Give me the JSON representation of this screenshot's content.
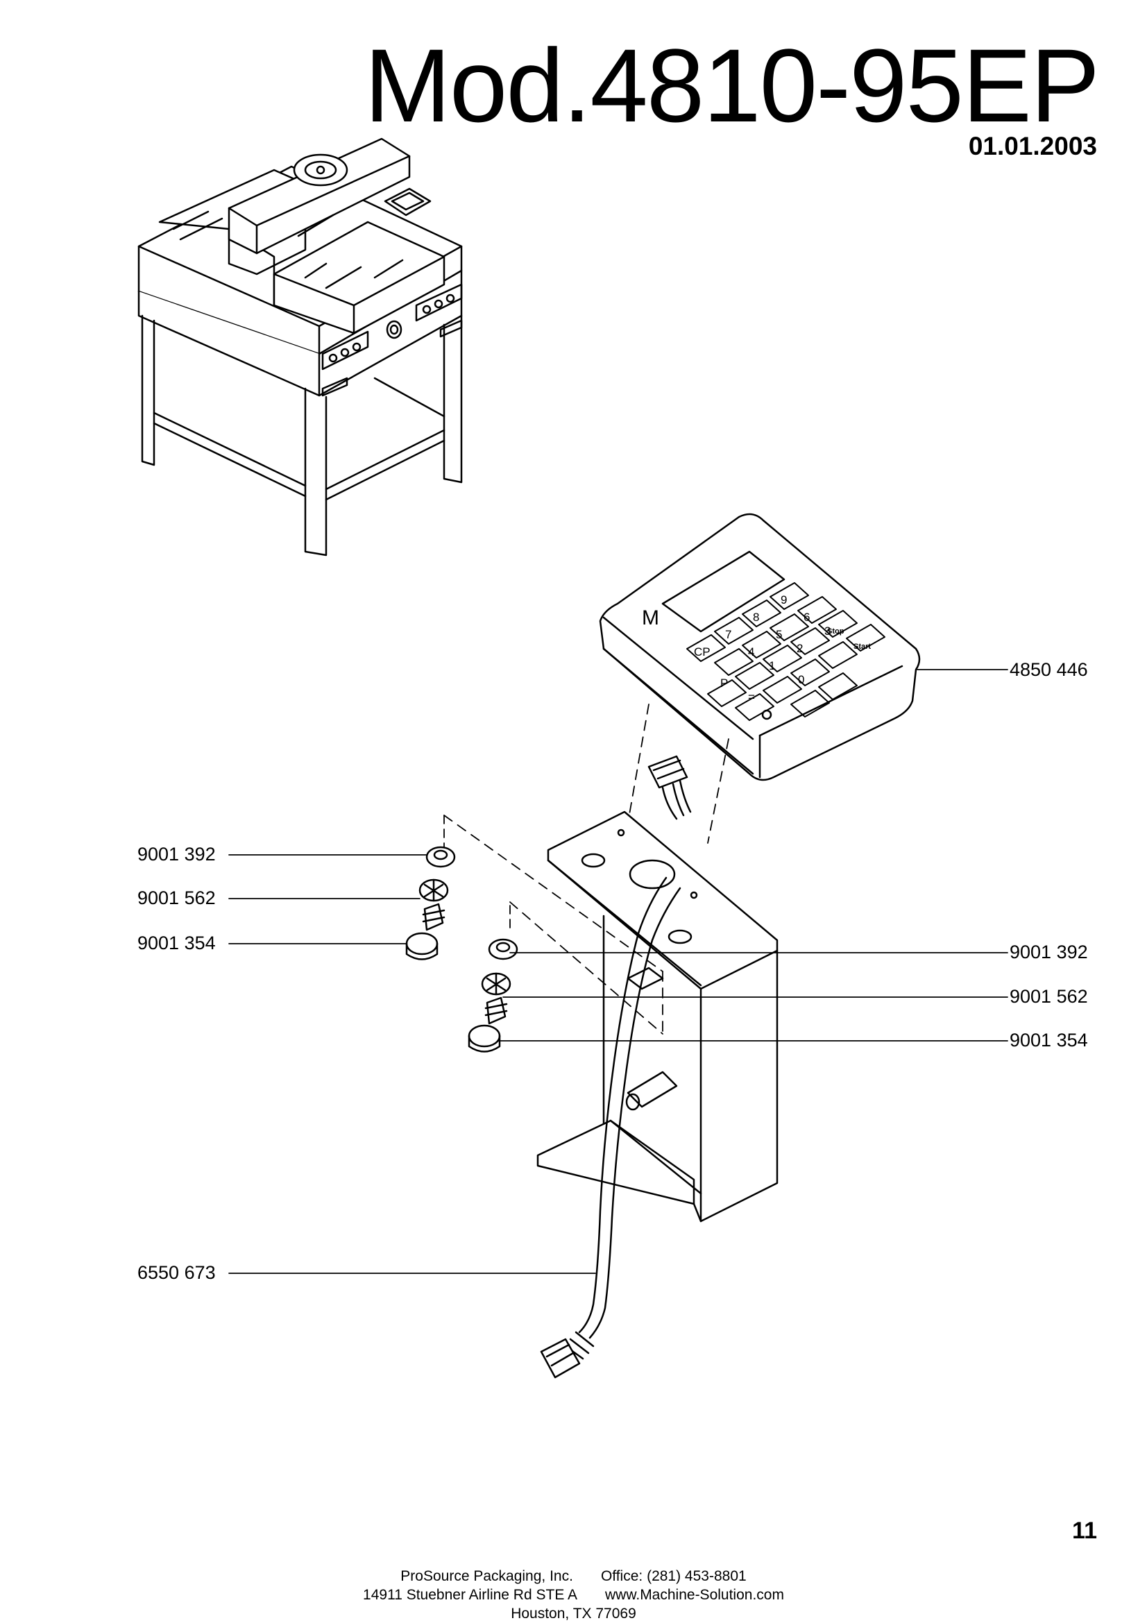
{
  "header": {
    "model": "Mod.4810-95EP",
    "date": "01.01.2003"
  },
  "callouts": [
    {
      "part": "4850 446"
    },
    {
      "part": "9001 392"
    },
    {
      "part": "9001 562"
    },
    {
      "part": "9001 354"
    },
    {
      "part": "9001 392"
    },
    {
      "part": "9001 562"
    },
    {
      "part": "9001 354"
    },
    {
      "part": "6550 673"
    }
  ],
  "keypad": {
    "brand_letter": "M",
    "keys": [
      "7",
      "8",
      "9",
      "CP",
      "4",
      "5",
      "6",
      "Stop",
      "P",
      "1",
      "2",
      "3",
      "=",
      "0",
      "Start"
    ]
  },
  "footer": {
    "company": "ProSource Packaging, Inc.",
    "office": "Office: (281) 453-8801",
    "address": "14911 Stuebner Airline Rd STE A",
    "website": "www.Machine-Solution.com",
    "city": "Houston, TX 77069"
  },
  "page_number": "11"
}
